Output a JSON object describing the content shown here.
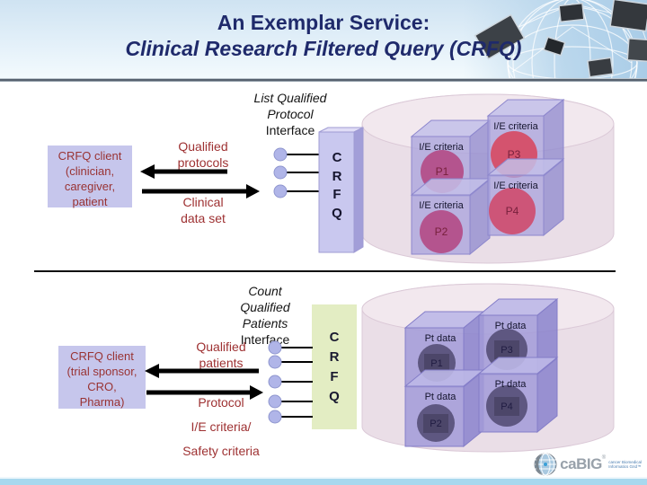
{
  "slide": {
    "title_line1": "An Exemplar Service:",
    "title_line2": "Clinical Research Filtered Query (CRFQ)"
  },
  "top_section": {
    "interface_label": {
      "line1": "List Qualified",
      "line2": "Protocol",
      "line3": "Interface"
    },
    "client_box": {
      "line1": "CRFQ client",
      "line2": "(clinician,",
      "line3": "caregiver,",
      "line4": "patient"
    },
    "return_label": {
      "line1": "Qualified",
      "line2": "protocols"
    },
    "request_label": {
      "line1": "Clinical",
      "line2": "data set"
    },
    "service_letters": {
      "l1": "C",
      "l2": "R",
      "l3": "F",
      "l4": "Q"
    },
    "datastore": {
      "cube1_label": "I/E criteria",
      "cube1_circle": "P1",
      "cube2_label": "I/E criteria",
      "cube2_circle": "P2",
      "cube3_label": "I/E criteria",
      "cube3_circle": "P3",
      "cube4_label": "I/E criteria",
      "cube4_circle": "P4"
    }
  },
  "bottom_section": {
    "interface_label": {
      "line1": "Count",
      "line2": "Qualified",
      "line3": "Patients",
      "line4": "Interface"
    },
    "client_box": {
      "line1": "CRFQ client",
      "line2": "(trial sponsor,",
      "line3": "CRO,",
      "line4": "Pharma)"
    },
    "return_label": {
      "line1": "Qualified",
      "line2": "patients"
    },
    "request_label1": "Protocol",
    "request_label2": "I/E criteria/",
    "request_label3": "Safety criteria",
    "service_letters": {
      "l1": "C",
      "l2": "R",
      "l3": "F",
      "l4": "Q"
    },
    "datastore": {
      "cube1_label": "Pt data",
      "cube1_circle": "P1",
      "cube2_label": "Pt data",
      "cube2_circle": "P2",
      "cube3_label": "Pt data",
      "cube3_circle": "P3",
      "cube4_label": "Pt data",
      "cube4_circle": "P4"
    }
  },
  "footer": {
    "logo_text": "caBIG",
    "logo_reg": "®",
    "logo_tagline1": "cancer Biomedical",
    "logo_tagline2": "Informatics Grid™"
  },
  "colors": {
    "title_navy": "#1f2a6b",
    "maroon_text": "#9e3132",
    "client_box_fill": "#c6c6ec",
    "service_box_top_fill": "#c9c8ef",
    "service_box_bottom_fill": "#e3edc3",
    "cylinder_fill": "#eadee7",
    "cube_front_fill": "#aaa4dd",
    "circle_plum": "#b4548e",
    "circle_pink": "#d0557a",
    "circle_dark": "#5e5781",
    "footer_bar": "#a8d8ee"
  }
}
